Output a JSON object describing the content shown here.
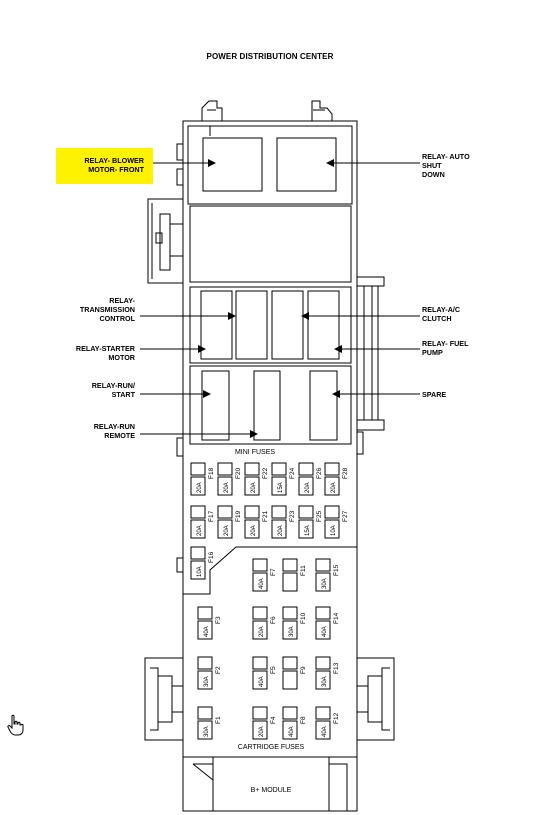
{
  "title": "POWER DISTRIBUTION CENTER",
  "labels": {
    "relay_blower": [
      "RELAY- BLOWER",
      "MOTOR- FRONT"
    ],
    "relay_auto_shut_down": [
      "RELAY- AUTO",
      "SHUT",
      "DOWN"
    ],
    "relay_transmission": [
      "RELAY-",
      "TRANSMISSION",
      "CONTROL"
    ],
    "relay_ac_clutch": [
      "RELAY-A/C",
      "CLUTCH"
    ],
    "relay_starter": [
      "RELAY-STARTER",
      "MOTOR"
    ],
    "relay_fuel_pump": [
      "RELAY- FUEL",
      "PUMP"
    ],
    "relay_run_start": [
      "RELAY-RUN/",
      "START"
    ],
    "spare": [
      "SPARE"
    ],
    "relay_run_remote": [
      "RELAY-RUN",
      "REMOTE"
    ]
  },
  "section_labels": {
    "mini_fuses": "MINI FUSES",
    "cartridge_fuses": "CARTRIDGE FUSES",
    "b_plus_module": "B+ MODULE"
  },
  "mini_fuses": {
    "upper_row": [
      {
        "id": "F18",
        "amp": "20A"
      },
      {
        "id": "F20",
        "amp": "20A"
      },
      {
        "id": "F22",
        "amp": "20A"
      },
      {
        "id": "F24",
        "amp": "15A"
      },
      {
        "id": "F26",
        "amp": "20A"
      },
      {
        "id": "F28",
        "amp": "20A"
      }
    ],
    "lower_row": [
      {
        "id": "F17",
        "amp": "20A"
      },
      {
        "id": "F19",
        "amp": "20A"
      },
      {
        "id": "F21",
        "amp": "20A"
      },
      {
        "id": "F23",
        "amp": "20A"
      },
      {
        "id": "F25",
        "amp": "15A"
      },
      {
        "id": "F27",
        "amp": "10A"
      }
    ],
    "single": {
      "id": "F16",
      "amp": "10A"
    }
  },
  "cartridge_fuses": [
    [
      {
        "id": "F7",
        "amp": "40A"
      },
      {
        "id": "F11",
        "amp": ""
      },
      {
        "id": "F15",
        "amp": "30A"
      }
    ],
    [
      {
        "id": "F3",
        "amp": "40A"
      },
      {
        "id": "F6",
        "amp": "20A"
      },
      {
        "id": "F10",
        "amp": "30A"
      },
      {
        "id": "F14",
        "amp": "40A"
      }
    ],
    [
      {
        "id": "F2",
        "amp": "30A"
      },
      {
        "id": "F5",
        "amp": "40A"
      },
      {
        "id": "F9",
        "amp": ""
      },
      {
        "id": "F13",
        "amp": "30A"
      }
    ],
    [
      {
        "id": "F1",
        "amp": "30A"
      },
      {
        "id": "F4",
        "amp": "20A"
      },
      {
        "id": "F8",
        "amp": "40A"
      },
      {
        "id": "F12",
        "amp": "40A"
      }
    ]
  ],
  "highlight_color": "#fff200",
  "icons": {
    "cursor": "hand-pointer-icon"
  }
}
